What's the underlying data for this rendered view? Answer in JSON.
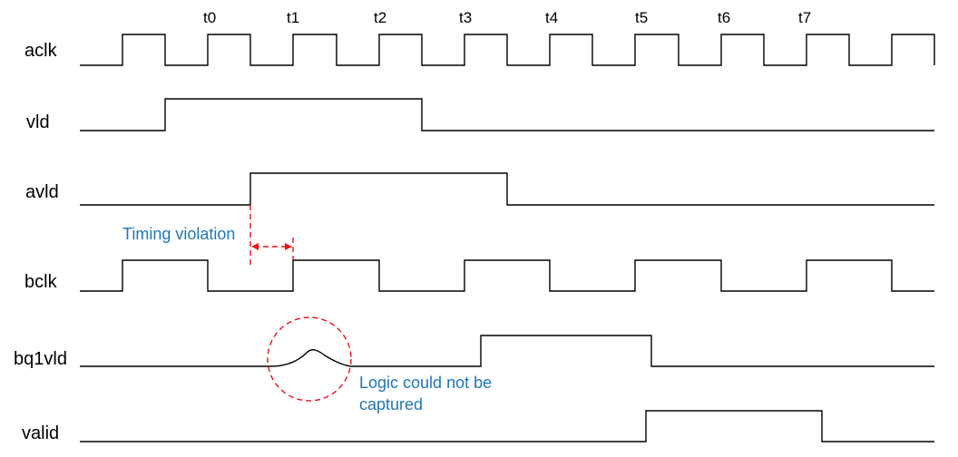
{
  "colors": {
    "wave": "#000000",
    "annotation_text": "#1f77b4",
    "annotation_marker": "#e8141c"
  },
  "time_labels": [
    "t0",
    "t1",
    "t2",
    "t3",
    "t4",
    "t5",
    "t6",
    "t7"
  ],
  "signals": [
    {
      "id": "aclk",
      "label": "aclk"
    },
    {
      "id": "vld",
      "label": "vld"
    },
    {
      "id": "avld",
      "label": "avld"
    },
    {
      "id": "bclk",
      "label": "bclk"
    },
    {
      "id": "bq1vld",
      "label": "bq1vld"
    },
    {
      "id": "valid",
      "label": "valid"
    }
  ],
  "annotations": {
    "timing_violation": "Timing violation",
    "logic_not_captured": [
      "Logic could not be",
      "captured"
    ]
  }
}
